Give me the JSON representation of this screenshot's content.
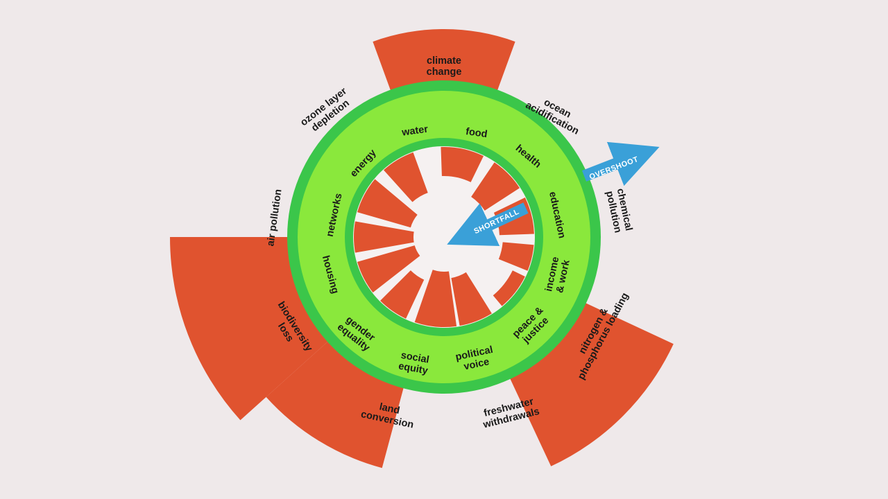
{
  "colors": {
    "background": "#efe9ea",
    "overshoot_red": "#e0532f",
    "outer_green": "#3bc64a",
    "inner_green": "#8ae83c",
    "arrow_blue": "#3aa0d8",
    "text": "#1a1a1a"
  },
  "diagram": {
    "overshoot_arrow": "OVERSHOOT",
    "shortfall_arrow": "SHORTFALL",
    "social_foundation": [
      {
        "id": "water",
        "lines": [
          "water"
        ]
      },
      {
        "id": "food",
        "lines": [
          "food"
        ]
      },
      {
        "id": "health",
        "lines": [
          "health"
        ]
      },
      {
        "id": "education",
        "lines": [
          "education"
        ]
      },
      {
        "id": "income-work",
        "lines": [
          "income",
          "& work"
        ]
      },
      {
        "id": "peace-justice",
        "lines": [
          "peace &",
          "justice"
        ]
      },
      {
        "id": "political-voice",
        "lines": [
          "political",
          "voice"
        ]
      },
      {
        "id": "social-equity",
        "lines": [
          "social",
          "equity"
        ]
      },
      {
        "id": "gender-equality",
        "lines": [
          "gender",
          "equality"
        ]
      },
      {
        "id": "housing",
        "lines": [
          "housing"
        ]
      },
      {
        "id": "networks",
        "lines": [
          "networks"
        ]
      },
      {
        "id": "energy",
        "lines": [
          "energy"
        ]
      }
    ],
    "ecological_ceiling": [
      {
        "id": "climate-change",
        "lines": [
          "climate",
          "change"
        ]
      },
      {
        "id": "ocean-acidification",
        "lines": [
          "ocean",
          "acidification"
        ]
      },
      {
        "id": "chemical-pollution",
        "lines": [
          "chemical",
          "pollution"
        ]
      },
      {
        "id": "nitrogen-phosphorus",
        "lines": [
          "nitrogen &",
          "phosphorus loading"
        ]
      },
      {
        "id": "freshwater-withdrawals",
        "lines": [
          "freshwater",
          "withdrawals"
        ]
      },
      {
        "id": "land-conversion",
        "lines": [
          "land",
          "conversion"
        ]
      },
      {
        "id": "biodiversity-loss",
        "lines": [
          "biodiversity",
          "loss"
        ]
      },
      {
        "id": "air-pollution",
        "lines": [
          "air pollution"
        ]
      },
      {
        "id": "ozone-depletion",
        "lines": [
          "ozone layer",
          "depletion"
        ]
      }
    ]
  }
}
